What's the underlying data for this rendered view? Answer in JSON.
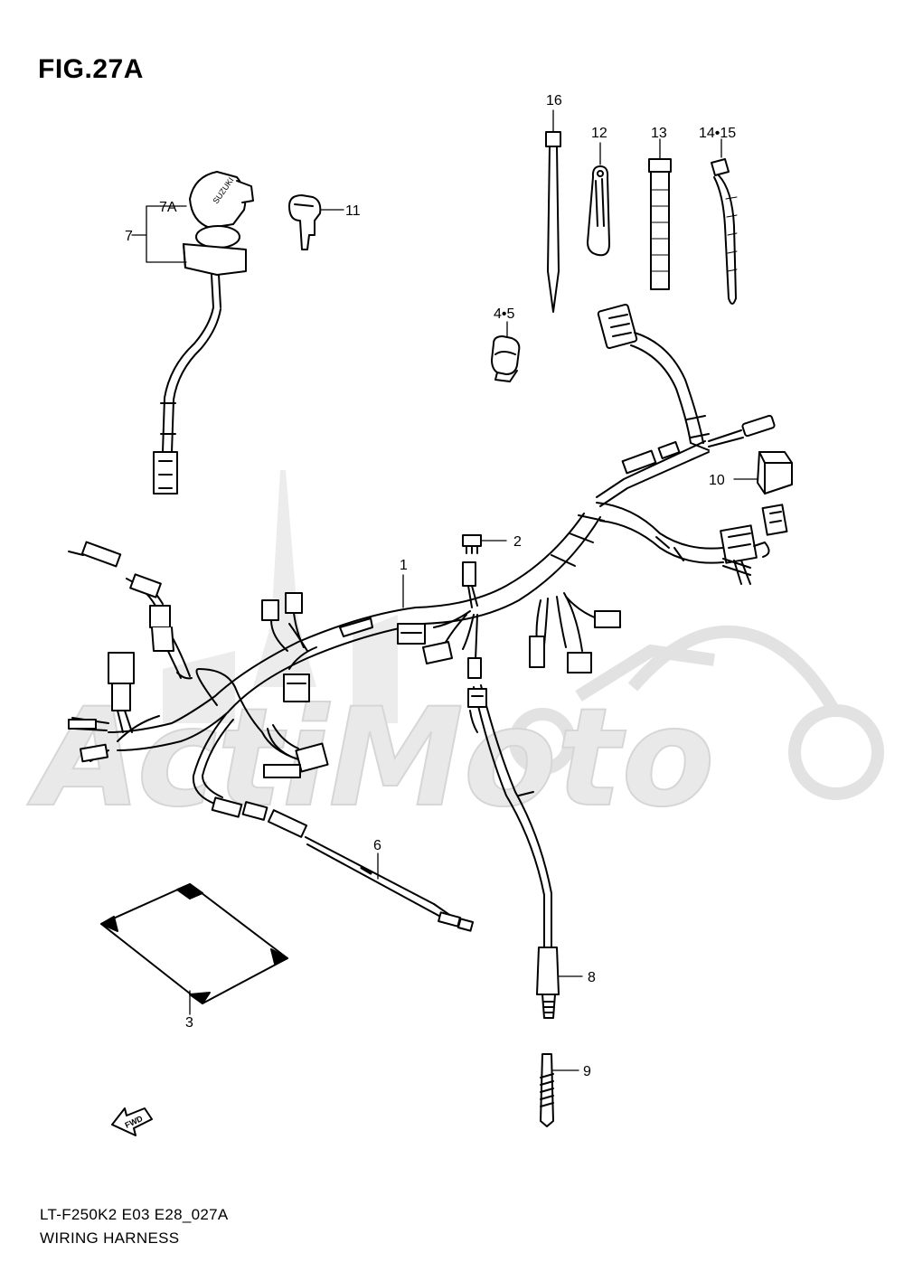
{
  "figure": {
    "title": "FIG.27A",
    "model_code": "LT-F250K2 E03 E28_027A",
    "section_name": "WIRING HARNESS"
  },
  "callouts": [
    {
      "id": "c16",
      "label": "16"
    },
    {
      "id": "c12",
      "label": "12"
    },
    {
      "id": "c13",
      "label": "13"
    },
    {
      "id": "c1415",
      "label": "14•15"
    },
    {
      "id": "c7a",
      "label": "7A"
    },
    {
      "id": "c7",
      "label": "7"
    },
    {
      "id": "c11",
      "label": "11"
    },
    {
      "id": "c45",
      "label": "4•5"
    },
    {
      "id": "c10",
      "label": "10"
    },
    {
      "id": "c2",
      "label": "2"
    },
    {
      "id": "c1",
      "label": "1"
    },
    {
      "id": "c6",
      "label": "6"
    },
    {
      "id": "c8",
      "label": "8"
    },
    {
      "id": "c3",
      "label": "3"
    },
    {
      "id": "c9",
      "label": "9"
    }
  ],
  "key_brand": "SUZUKI",
  "fwd_arrow_label": "FWD",
  "watermark": {
    "text": "ActiMoto",
    "color": "#e6e6e6"
  },
  "colors": {
    "line": "#000000",
    "watermark": "#e6e6e6"
  }
}
